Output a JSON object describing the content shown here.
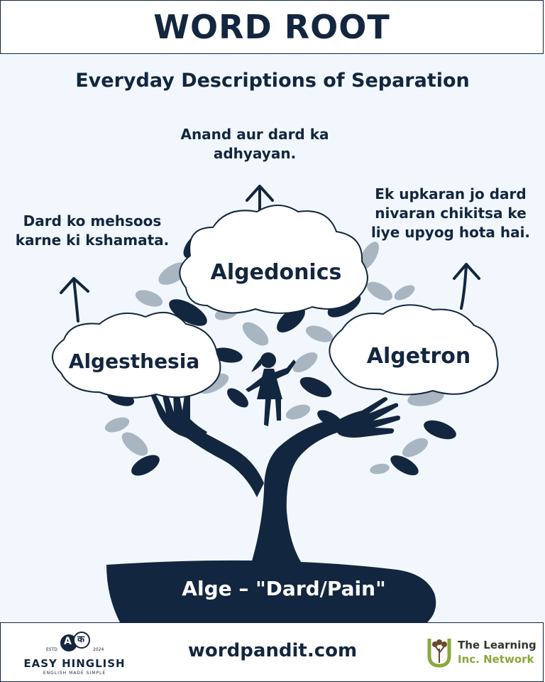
{
  "header": {
    "title": "WORD ROOT"
  },
  "subtitle": "Everyday Descriptions of Separation",
  "definitions": {
    "top": "Anand aur dard ka adhyayan.",
    "left": "Dard ko mehsoos karne ki kshamata.",
    "right": "Ek upkaran jo dard nivaran chikitsa ke liye upyog hota hai."
  },
  "words": {
    "center": "Algedonics",
    "left": "Algesthesia",
    "right": "Algetron"
  },
  "root": "Alge – \"Dard/Pain\"",
  "footer": {
    "site": "wordpandit.com",
    "left_logo": {
      "estd": "ESTD",
      "year": "2024",
      "name": "EASY HINGLISH",
      "tagline": "ENGLISH MADE SIMPLE",
      "badge_a": "A",
      "badge_b": "क"
    },
    "right_logo": {
      "line1": "The Learning",
      "line2": "Inc. Network"
    }
  },
  "colors": {
    "navy": "#13263f",
    "background": "#f1f7fc",
    "leaf_grey": "#a9b6c2",
    "brand_green": "#8aa83a"
  }
}
